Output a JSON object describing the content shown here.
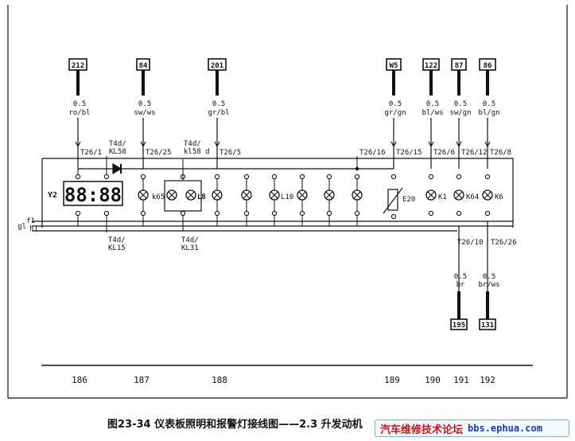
{
  "top_refs": [
    "212",
    "84",
    "201",
    "W5",
    "122",
    "87",
    "86"
  ],
  "top_wires": [
    {
      "gauge": "0.5",
      "color": "ro/bl",
      "terminal": "T26/1"
    },
    {
      "gauge": "0.5",
      "color": "sw/ws",
      "terminal": "T26/25"
    },
    {
      "gauge": "0.5",
      "color": "gr/bl",
      "terminal": "T26/5"
    },
    {
      "gauge": "0.5",
      "color": "gr/gn",
      "terminal": "T26/15"
    },
    {
      "gauge": "0.5",
      "color": "bl/ws",
      "terminal": "T26/6"
    },
    {
      "gauge": "0.5",
      "color": "sw/gn",
      "terminal": "T26/12"
    },
    {
      "gauge": "0.5",
      "color": "bl/gn",
      "terminal": "T26/8"
    }
  ],
  "connectors": {
    "t4d_kl58": "T4d/\nKL58",
    "t4d_kl58d": "T4d/\nkl58 d",
    "t26_16": "T26/16",
    "t4d_kl15": "T4d/\nKL15",
    "t4d_kl31": "T4d/\nKL31"
  },
  "component_labels": {
    "y2": "Y2",
    "clock": "88:88",
    "k65": "k65",
    "l8": "L8",
    "l10": "L10",
    "e20": "E20",
    "k1": "K1",
    "k64": "K64",
    "k6": "K6"
  },
  "ground_labels": {
    "gl": "gl",
    "f1": "f1",
    "h1": "h1"
  },
  "bottom_wires": [
    {
      "terminal": "T26/10",
      "gauge": "0.5",
      "color": "br",
      "ref": "195"
    },
    {
      "terminal": "T26/26",
      "gauge": "0.5",
      "color": "br/ws",
      "ref": "131"
    }
  ],
  "positions": [
    "186",
    "187",
    "188",
    "189",
    "190",
    "191",
    "192"
  ],
  "caption": "图23-34  仪表板照明和报警灯接线图——2.3 升发动机",
  "watermark": {
    "cn": "汽车维修技术论坛",
    "url": "bbs.ephua.com"
  }
}
